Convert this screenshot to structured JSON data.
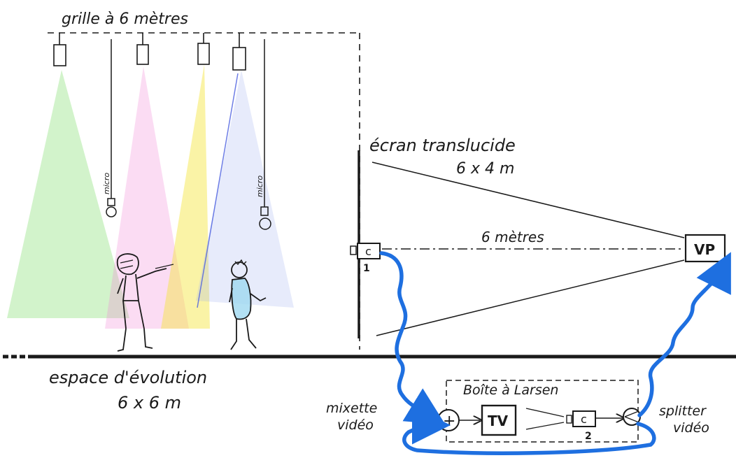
{
  "labels": {
    "grid": "grille à 6 mètres",
    "micro_1": "micro",
    "micro_2": "micro",
    "screen_line1": "écran translucide",
    "screen_line2": "6 x 4 m",
    "distance": "6 mètres",
    "vp": "VP",
    "camera_1": "c",
    "camera_1_num": "1",
    "floor_line1": "espace d'évolution",
    "floor_line2": "6 x 6 m",
    "box": "Boîte à Larsen",
    "mixer_line1": "mixette",
    "mixer_line2": "vidéo",
    "mixer_symbol": "+",
    "tv": "TV",
    "camera_2": "c",
    "camera_2_num": "2",
    "splitter_line1": "splitter",
    "splitter_line2": "vidéo"
  },
  "colors": {
    "ink": "#1a1a1a",
    "cable": "#1e6fe0",
    "beam_green": "#7fdc6a",
    "beam_pink": "#f28ad6",
    "beam_yellow": "#f3e53a",
    "beam_blue": "#4a5ee0",
    "figure_fill": "#9fd8f0"
  }
}
